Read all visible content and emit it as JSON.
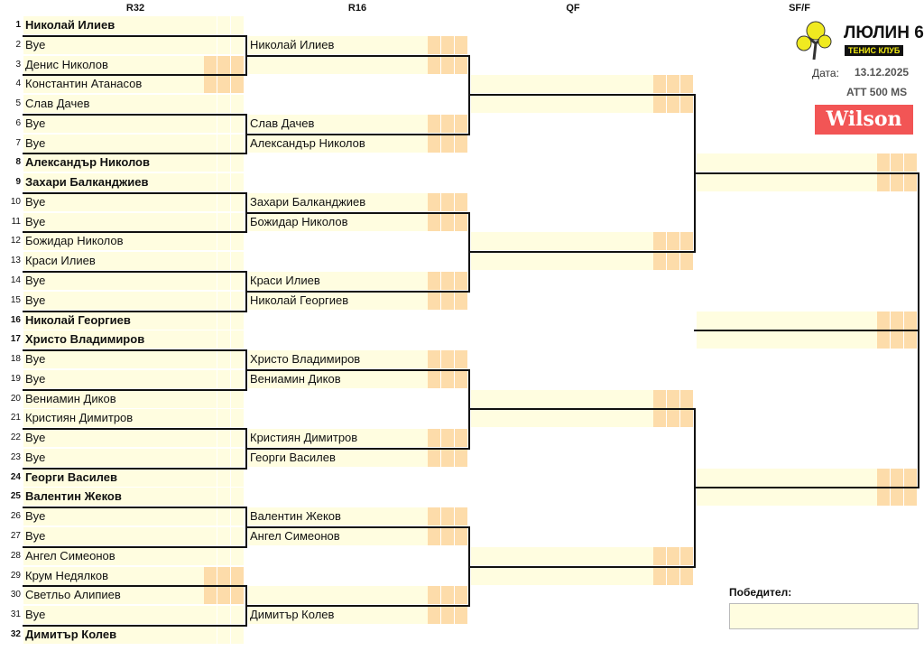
{
  "headers": {
    "r32": "R32",
    "r16": "R16",
    "qf": "QF",
    "sf": "SF/F"
  },
  "club": {
    "name": "ЛЮЛИН 6",
    "subtitle": "ТЕНИС КЛУБ",
    "date_label": "Дата:",
    "date": "13.12.2025",
    "event": "ATT 500 MS",
    "sponsor": "Wilson"
  },
  "winner": {
    "label": "Победител:",
    "value": ""
  },
  "r32": [
    {
      "n": "1",
      "name": "Николай Илиев",
      "seed": true
    },
    {
      "n": "2",
      "name": "Bye"
    },
    {
      "n": "3",
      "name": "Денис Николов",
      "hl": true
    },
    {
      "n": "4",
      "name": "Константин Атанасов",
      "hl": true
    },
    {
      "n": "5",
      "name": "Слав Дачев"
    },
    {
      "n": "6",
      "name": "Bye"
    },
    {
      "n": "7",
      "name": "Bye"
    },
    {
      "n": "8",
      "name": "Александър Николов",
      "seed": true
    },
    {
      "n": "9",
      "name": "Захари Балканджиев",
      "seed": true
    },
    {
      "n": "10",
      "name": "Bye"
    },
    {
      "n": "11",
      "name": "Bye"
    },
    {
      "n": "12",
      "name": "Божидар Николов"
    },
    {
      "n": "13",
      "name": "Краси Илиев"
    },
    {
      "n": "14",
      "name": "Bye"
    },
    {
      "n": "15",
      "name": "Bye"
    },
    {
      "n": "16",
      "name": "Николай Георгиев",
      "seed": true
    },
    {
      "n": "17",
      "name": "Христо Владимиров",
      "seed": true
    },
    {
      "n": "18",
      "name": "Bye"
    },
    {
      "n": "19",
      "name": "Bye"
    },
    {
      "n": "20",
      "name": "Вениамин Диков"
    },
    {
      "n": "21",
      "name": "Кристиян Димитров"
    },
    {
      "n": "22",
      "name": "Bye"
    },
    {
      "n": "23",
      "name": "Bye"
    },
    {
      "n": "24",
      "name": "Георги Василев",
      "seed": true
    },
    {
      "n": "25",
      "name": "Валентин Жеков",
      "seed": true
    },
    {
      "n": "26",
      "name": "Bye"
    },
    {
      "n": "27",
      "name": "Bye"
    },
    {
      "n": "28",
      "name": "Ангел Симеонов"
    },
    {
      "n": "29",
      "name": "Крум Недялков",
      "hl": true
    },
    {
      "n": "30",
      "name": "Светльо Алипиев",
      "hl": true
    },
    {
      "n": "31",
      "name": "Bye"
    },
    {
      "n": "32",
      "name": "Димитър Колев",
      "seed": true
    }
  ],
  "r16": [
    "Николай Илиев",
    "",
    "Слав Дачев",
    "Александър Николов",
    "Захари Балканджиев",
    "Божидар Николов",
    "Краси Илиев",
    "Николай Георгиев",
    "Христо Владимиров",
    "Вениамин Диков",
    "Кристиян Димитров",
    "Георги Василев",
    "Валентин Жеков",
    "Ангел Симеонов",
    "",
    "Димитър Колев"
  ],
  "qf": [
    "",
    "",
    "",
    "",
    "",
    "",
    "",
    ""
  ],
  "sf": [
    "",
    "",
    "",
    "",
    "",
    ""
  ],
  "colors": {
    "cell": "#fffde0",
    "score_highlight": "#fddcaa",
    "sponsor": "#f25555"
  }
}
